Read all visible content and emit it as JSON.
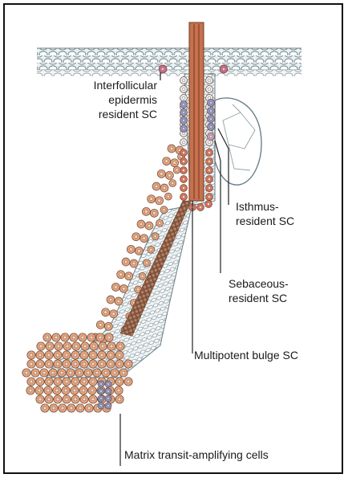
{
  "labels": {
    "interfollicular": [
      "Interfollicular",
      "epidermis",
      "resident SC"
    ],
    "isthmus": [
      "Isthmus-",
      "resident SC"
    ],
    "sebaceous": [
      "Sebaceous-",
      "resident SC"
    ],
    "bulge": "Multipotent bulge SC",
    "matrix": "Matrix transit-amplifying cells"
  },
  "colors": {
    "epidermis_cell": "#e9f0f2",
    "cell_outline": "#6b8088",
    "orange_cell": "#e3a27c",
    "orange_nucleus": "#f4dccb",
    "red_cell": "#d9705a",
    "blue_cell": "#8d96c8",
    "purple_cell": "#c9a0c2",
    "pink_stem_cell": "#c86a8a",
    "hair_shaft": "#c4724f",
    "hair_stripe": "#8b3e20",
    "leader_line": "#222222"
  }
}
